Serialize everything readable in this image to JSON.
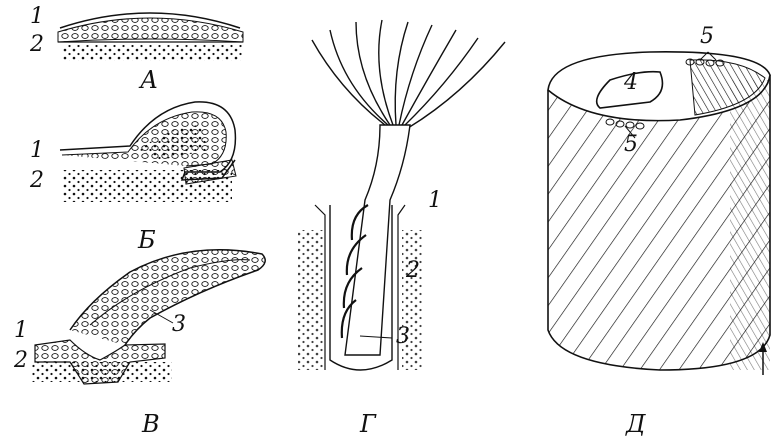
{
  "panels": [
    {
      "id": "A",
      "caption": "А",
      "numbers": [
        "1",
        "2"
      ]
    },
    {
      "id": "B",
      "caption": "Б",
      "numbers": [
        "1",
        "2"
      ]
    },
    {
      "id": "V",
      "caption": "В",
      "numbers": [
        "1",
        "2",
        "3"
      ]
    },
    {
      "id": "G",
      "caption": "Г",
      "numbers": [
        "1",
        "2",
        "3"
      ]
    },
    {
      "id": "D",
      "caption": "Д",
      "numbers": [
        "4",
        "5",
        "5"
      ]
    }
  ],
  "colors": {
    "ink": "#111111",
    "paper": "#ffffff"
  }
}
